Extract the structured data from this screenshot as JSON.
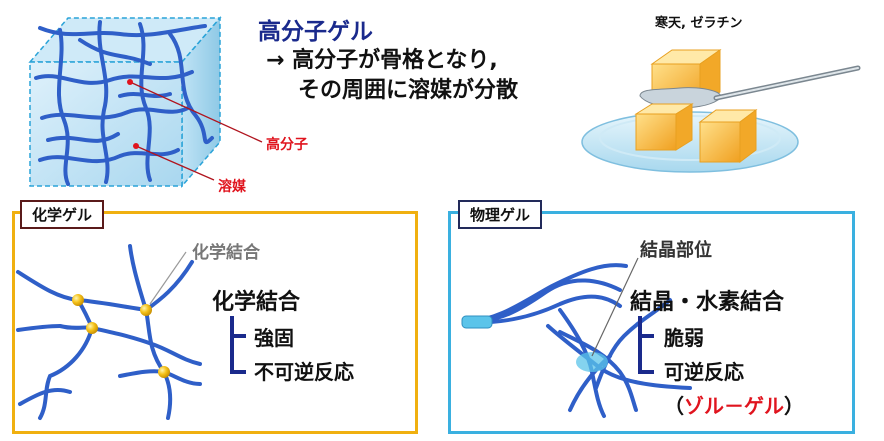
{
  "header": {
    "title": "高分子ゲル",
    "line1": "→ 高分子が骨格となり,",
    "line2": "その周囲に溶媒が分散"
  },
  "network_labels": {
    "polymer": "高分子",
    "solvent": "溶媒"
  },
  "food_caption": "寒天, ゼラチン",
  "chemical_gel": {
    "tab": "化学ゲル",
    "bond_label": "化学結合",
    "heading": "化学結合",
    "items": [
      "強固",
      "不可逆反応"
    ]
  },
  "physical_gel": {
    "tab": "物理ゲル",
    "site_label": "結晶部位",
    "heading": "結晶・水素結合",
    "items": [
      "脆弱",
      "可逆反応"
    ],
    "note_open": "（",
    "note_red": "ゾル－ゲル",
    "note_close": "）"
  },
  "colors": {
    "title": "#1a2a8c",
    "red": "#e0141e",
    "chem_border": "#f0b010",
    "phys_border": "#3ab0e0",
    "fiber": "#2f5fc8",
    "junction": "#f5c21a"
  }
}
